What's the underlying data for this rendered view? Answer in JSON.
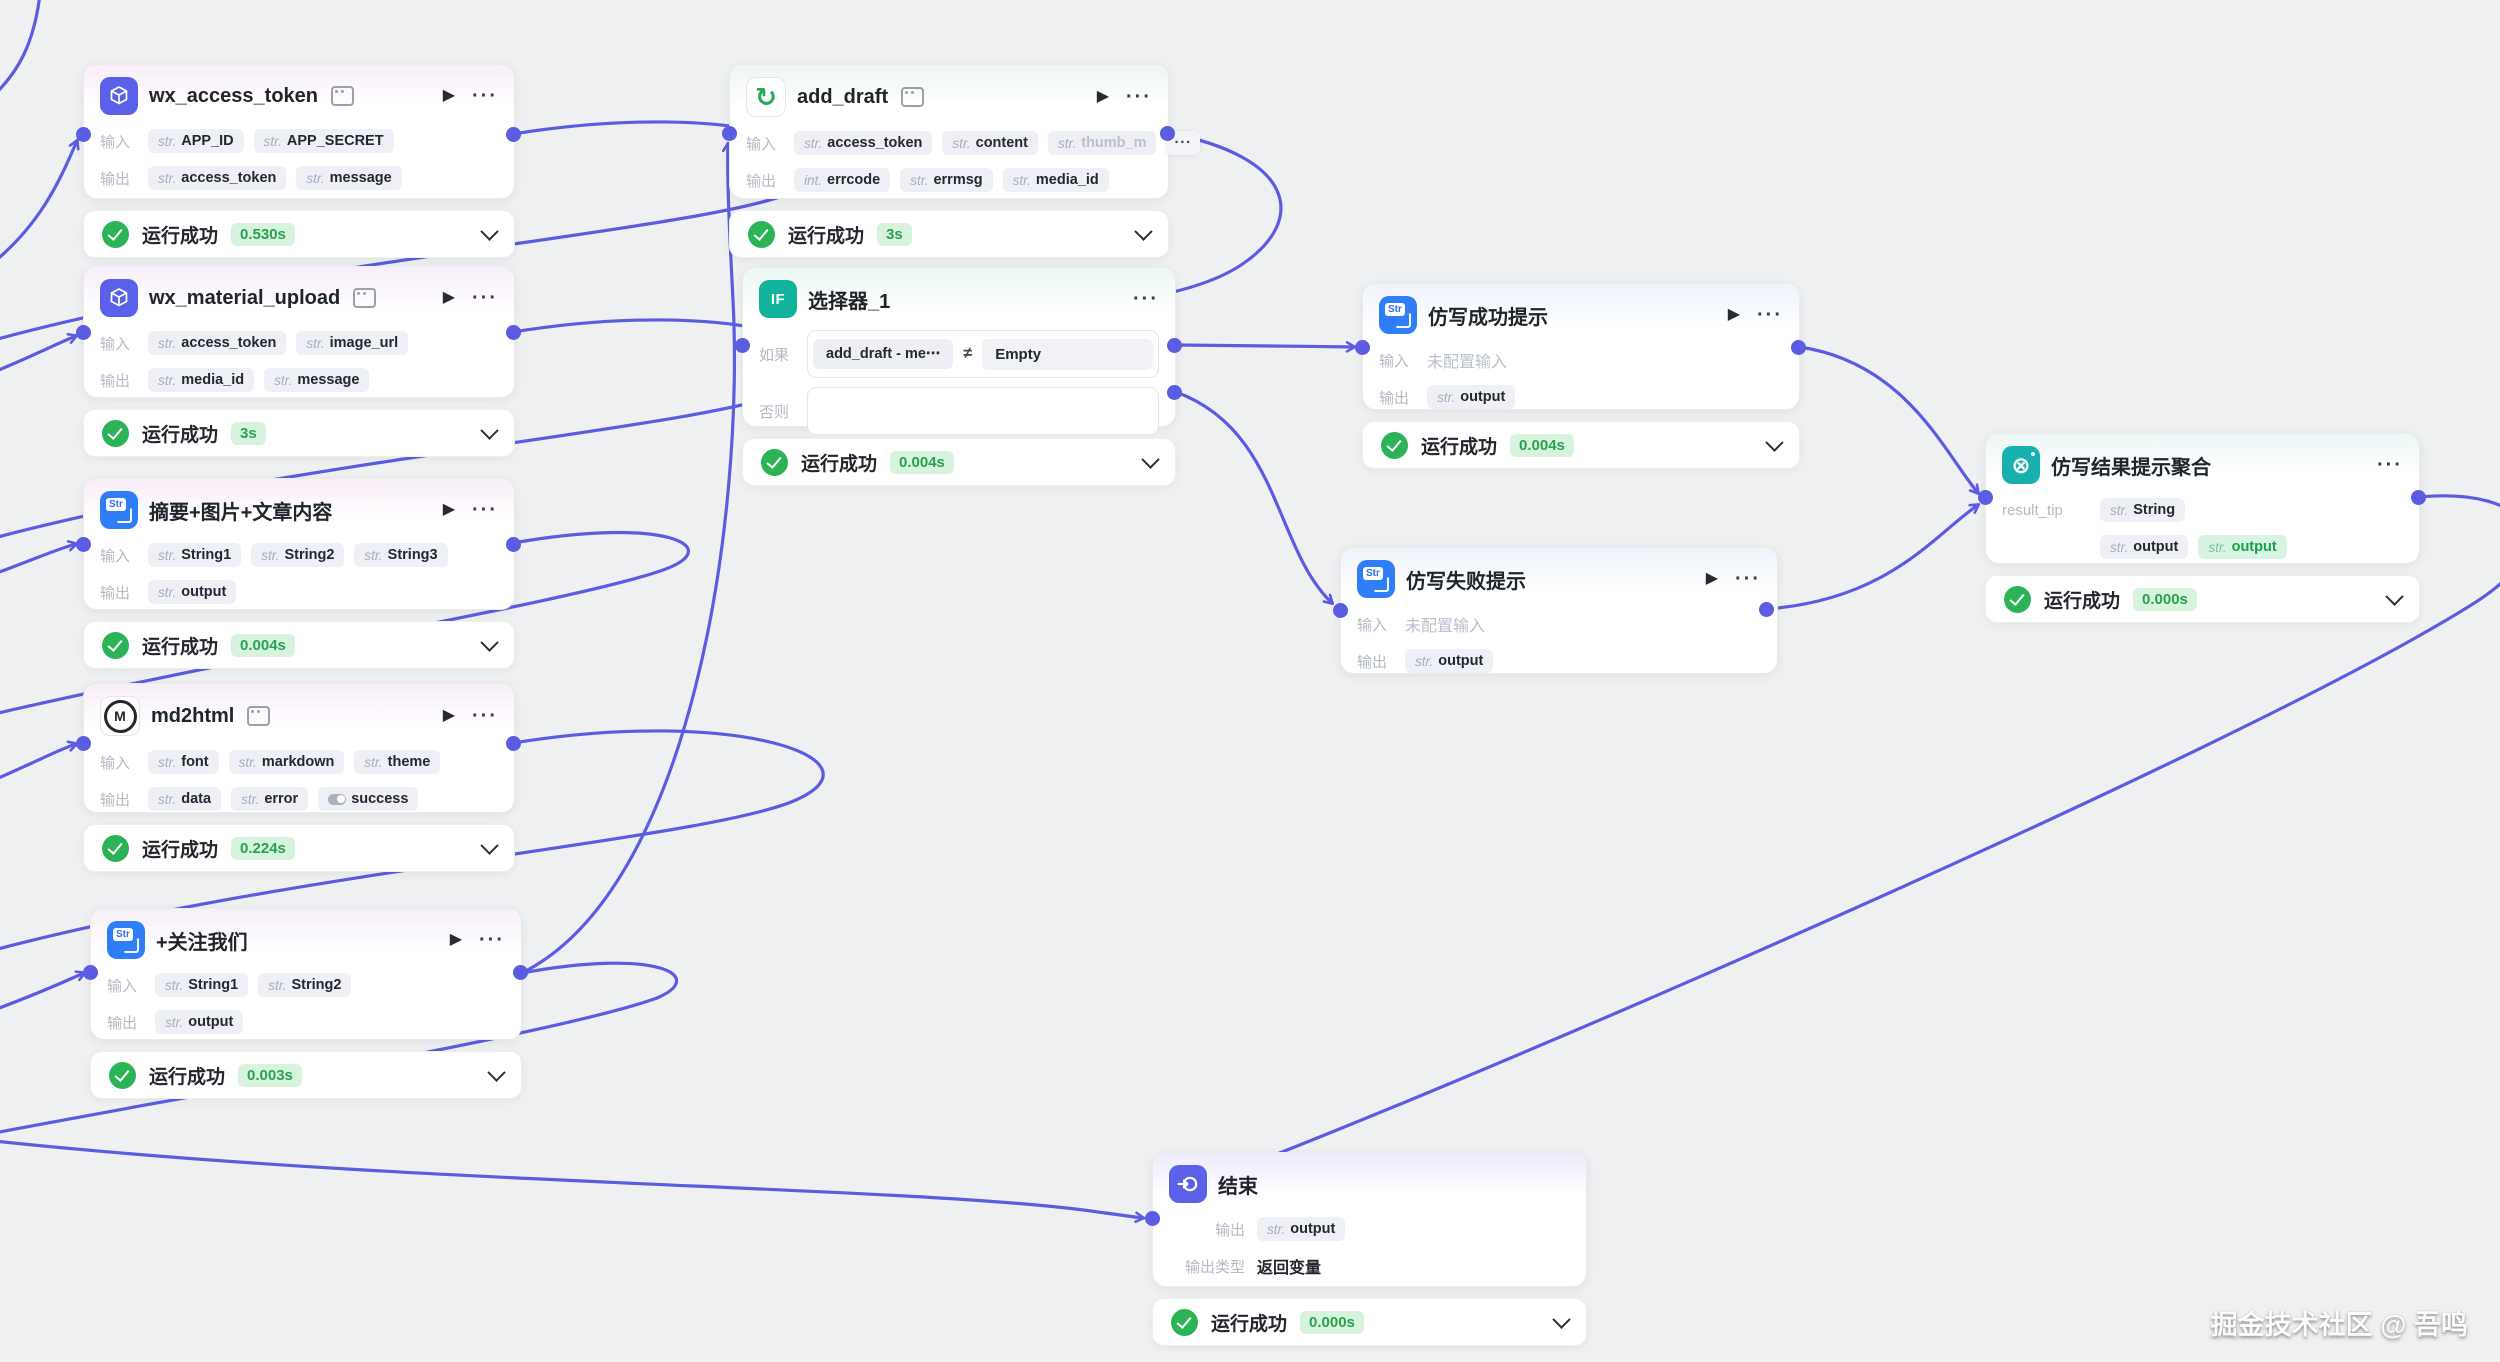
{
  "canvas": {
    "background": "#eef0f1",
    "edge_color": "#5b5ce2",
    "watermark": "掘金技术社区 @ 吾鸣"
  },
  "labels": {
    "run_success": "运行成功",
    "input": "输入",
    "output": "输出",
    "if": "如果",
    "else": "否则",
    "no_input": "未配置输入",
    "output_type": "输出类型",
    "return_variable": "返回变量"
  },
  "nodes": [
    {
      "id": "wx_access_token",
      "title": "wx_access_token",
      "icon": "plugin-cube",
      "link_icon": true,
      "actions": [
        "play",
        "more"
      ],
      "rows": [
        {
          "label": "输入",
          "tags": [
            {
              "type": "str.",
              "name": "APP_ID"
            },
            {
              "type": "str.",
              "name": "APP_SECRET"
            }
          ]
        },
        {
          "label": "输出",
          "tags": [
            {
              "type": "str.",
              "name": "access_token"
            },
            {
              "type": "str.",
              "name": "message"
            }
          ]
        }
      ],
      "status": {
        "label": "运行成功",
        "time": "0.530s"
      }
    },
    {
      "id": "wx_material_upload",
      "title": "wx_material_upload",
      "icon": "plugin-cube",
      "link_icon": true,
      "actions": [
        "play",
        "more"
      ],
      "rows": [
        {
          "label": "输入",
          "tags": [
            {
              "type": "str.",
              "name": "access_token"
            },
            {
              "type": "str.",
              "name": "image_url"
            }
          ]
        },
        {
          "label": "输出",
          "tags": [
            {
              "type": "str.",
              "name": "media_id"
            },
            {
              "type": "str.",
              "name": "message"
            }
          ]
        }
      ],
      "status": {
        "label": "运行成功",
        "time": "3s"
      }
    },
    {
      "id": "summary_image_content",
      "title": "摘要+图片+文章内容",
      "icon": "str-puzzle",
      "link_icon": false,
      "actions": [
        "play",
        "more"
      ],
      "rows": [
        {
          "label": "输入",
          "tags": [
            {
              "type": "str.",
              "name": "String1"
            },
            {
              "type": "str.",
              "name": "String2"
            },
            {
              "type": "str.",
              "name": "String3"
            }
          ]
        },
        {
          "label": "输出",
          "tags": [
            {
              "type": "str.",
              "name": "output"
            }
          ]
        }
      ],
      "status": {
        "label": "运行成功",
        "time": "0.004s"
      }
    },
    {
      "id": "md2html",
      "title": "md2html",
      "icon": "md-bubble",
      "link_icon": true,
      "actions": [
        "play",
        "more"
      ],
      "rows": [
        {
          "label": "输入",
          "tags": [
            {
              "type": "str.",
              "name": "font"
            },
            {
              "type": "str.",
              "name": "markdown"
            },
            {
              "type": "str.",
              "name": "theme"
            }
          ]
        },
        {
          "label": "输出",
          "tags": [
            {
              "type": "str.",
              "name": "data"
            },
            {
              "type": "str.",
              "name": "error"
            },
            {
              "type": "bool",
              "name": "success"
            }
          ]
        }
      ],
      "status": {
        "label": "运行成功",
        "time": "0.224s"
      }
    },
    {
      "id": "follow_us",
      "title": "+关注我们",
      "icon": "str-puzzle",
      "link_icon": false,
      "actions": [
        "play",
        "more"
      ],
      "rows": [
        {
          "label": "输入",
          "tags": [
            {
              "type": "str.",
              "name": "String1"
            },
            {
              "type": "str.",
              "name": "String2"
            }
          ]
        },
        {
          "label": "输出",
          "tags": [
            {
              "type": "str.",
              "name": "output"
            }
          ]
        }
      ],
      "status": {
        "label": "运行成功",
        "time": "0.003s"
      }
    },
    {
      "id": "add_draft",
      "title": "add_draft",
      "icon": "sync-arrows",
      "link_icon": true,
      "actions": [
        "play",
        "more"
      ],
      "rows": [
        {
          "label": "输入",
          "tags": [
            {
              "type": "str.",
              "name": "access_token"
            },
            {
              "type": "str.",
              "name": "content"
            },
            {
              "type": "str.",
              "name": "thumb_m",
              "fade": true
            },
            {
              "more": true
            }
          ]
        },
        {
          "label": "输出",
          "tags": [
            {
              "type": "int.",
              "name": "errcode"
            },
            {
              "type": "str.",
              "name": "errmsg"
            },
            {
              "type": "str.",
              "name": "media_id"
            }
          ]
        }
      ],
      "status": {
        "label": "运行成功",
        "time": "3s"
      }
    },
    {
      "id": "selector_1",
      "title": "选择器_1",
      "icon": "if-branch",
      "link_icon": false,
      "actions": [
        "more"
      ],
      "rows": [
        {
          "label": "如果",
          "condition": {
            "left": "add_draft - me⋯",
            "op": "≠",
            "right": "Empty"
          }
        },
        {
          "label": "否则",
          "condition_empty": true
        }
      ],
      "status": {
        "label": "运行成功",
        "time": "0.004s"
      }
    },
    {
      "id": "success_tip",
      "title": "仿写成功提示",
      "icon": "str-puzzle",
      "link_icon": false,
      "actions": [
        "play",
        "more"
      ],
      "rows": [
        {
          "label": "输入",
          "text_muted": "未配置输入"
        },
        {
          "label": "输出",
          "tags": [
            {
              "type": "str.",
              "name": "output"
            }
          ]
        }
      ],
      "status": {
        "label": "运行成功",
        "time": "0.004s"
      }
    },
    {
      "id": "fail_tip",
      "title": "仿写失败提示",
      "icon": "str-puzzle",
      "link_icon": false,
      "actions": [
        "play",
        "more"
      ],
      "rows": [
        {
          "label": "输入",
          "text_muted": "未配置输入"
        },
        {
          "label": "输出",
          "tags": [
            {
              "type": "str.",
              "name": "output"
            }
          ]
        }
      ]
    },
    {
      "id": "result_tip_merge",
      "title": "仿写结果提示聚合",
      "icon": "aggregate-circle",
      "link_icon": false,
      "actions": [
        "more"
      ],
      "rows": [
        {
          "label": "result_tip",
          "tags": [
            {
              "type": "str.",
              "name": "String"
            }
          ]
        },
        {
          "label": "",
          "tags": [
            {
              "type": "str.",
              "name": "output"
            },
            {
              "type": "str.",
              "name": "output",
              "green": true
            }
          ]
        }
      ],
      "status": {
        "label": "运行成功",
        "time": "0.000s"
      }
    },
    {
      "id": "end",
      "title": "结束",
      "icon": "end-arrow",
      "link_icon": false,
      "actions": [],
      "rows": [
        {
          "label": "输出",
          "tags": [
            {
              "type": "str.",
              "name": "output"
            }
          ]
        },
        {
          "label": "输出类型",
          "text_dark": "返回变量"
        }
      ],
      "status": {
        "label": "运行成功",
        "time": "0.000s"
      }
    }
  ],
  "edges": [
    {
      "id": "e0",
      "from": "offcanvas-left",
      "to": "offcanvas-top"
    },
    {
      "id": "e1",
      "from": "offcanvas-left",
      "to": "wx_access_token"
    },
    {
      "id": "e2",
      "from": "wx_access_token",
      "to": "offcanvas-left"
    },
    {
      "id": "e3",
      "from": "offcanvas-left",
      "to": "wx_material_upload"
    },
    {
      "id": "e4",
      "from": "wx_material_upload",
      "to": "offcanvas-left"
    },
    {
      "id": "e5",
      "from": "offcanvas-left",
      "to": "summary_image_content"
    },
    {
      "id": "e6",
      "from": "summary_image_content",
      "to": "offcanvas-left"
    },
    {
      "id": "e7",
      "from": "offcanvas-left",
      "to": "md2html"
    },
    {
      "id": "e8",
      "from": "md2html",
      "to": "offcanvas-left"
    },
    {
      "id": "e9",
      "from": "offcanvas-left",
      "to": "follow_us"
    },
    {
      "id": "e10",
      "from": "follow_us",
      "to": "add_draft"
    },
    {
      "id": "e11",
      "from": "follow_us",
      "to": "offcanvas-left"
    },
    {
      "id": "e12",
      "from": "offcanvas-left",
      "to": "end"
    },
    {
      "id": "e13",
      "from": "add_draft",
      "to": "selector_1"
    },
    {
      "id": "e14",
      "from": "selector_1-if",
      "to": "success_tip"
    },
    {
      "id": "e15",
      "from": "selector_1-else",
      "to": "fail_tip"
    },
    {
      "id": "e16",
      "from": "success_tip",
      "to": "result_tip_merge"
    },
    {
      "id": "e17",
      "from": "fail_tip",
      "to": "result_tip_merge"
    },
    {
      "id": "e18",
      "from": "result_tip_merge",
      "to": "end"
    }
  ]
}
